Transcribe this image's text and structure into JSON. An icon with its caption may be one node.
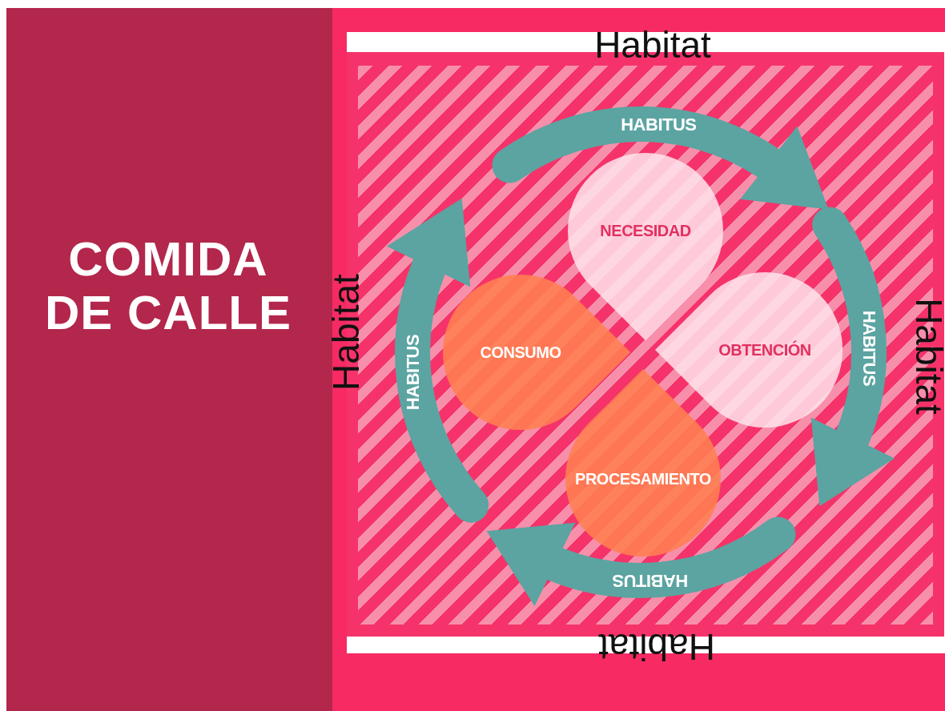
{
  "diagram": {
    "title": "COMIDA DE CALLE",
    "nodes": [
      {
        "text": [
          "NECESIDAD"
        ]
      },
      {
        "text": [
          "OBTENCIÓN"
        ]
      },
      {
        "text": [
          "PROCESAMIENTO"
        ]
      },
      {
        "text": [
          "CONSUMO"
        ]
      }
    ],
    "labels": [
      "Habitat",
      "HABITUS",
      "Habitat",
      "HABITUS",
      "HABITUS",
      "Habitat",
      "HABITUS",
      "Habitat"
    ]
  }
}
